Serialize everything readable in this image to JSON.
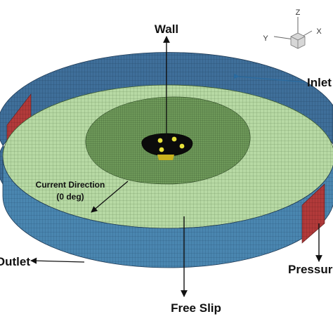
{
  "labels": {
    "wall": "Wall",
    "inlet": "Inlet",
    "outlet": "Outlet",
    "pressure": "Pressure",
    "free_slip": "Free Slip",
    "current_line1": "Current Direction",
    "current_line2": "(0 deg)"
  },
  "axes": {
    "z": "Z",
    "y": "Y",
    "x": "X"
  },
  "colors": {
    "wall_blue": "#3f6f9a",
    "wall_blue_dark": "#2c5478",
    "pressure_red": "#b23a3a",
    "free_surface": "#b7d9a4",
    "refined_zone": "#6f9a5a",
    "structure": "#0b0b0b",
    "columns": "#e8e23a",
    "mesh_line": "#2a3a2a"
  },
  "icons": [
    "axis-triad-icon"
  ]
}
